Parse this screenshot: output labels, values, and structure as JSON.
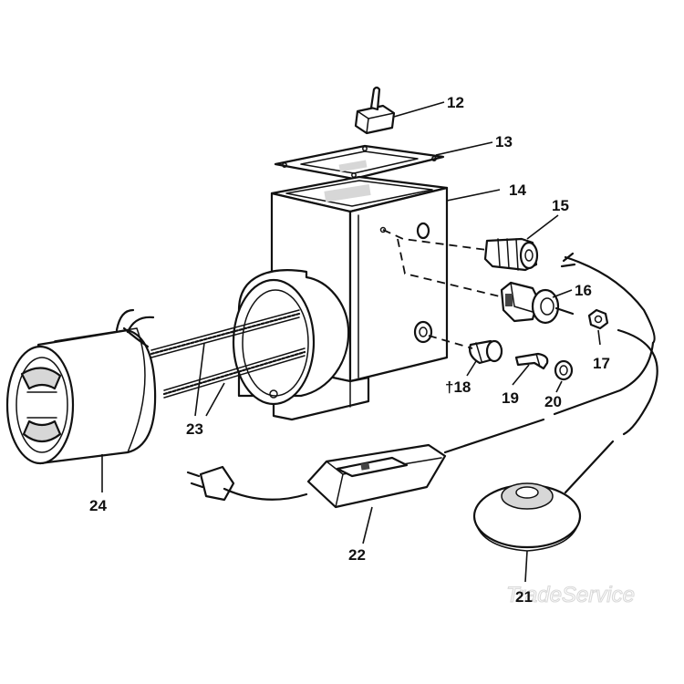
{
  "callouts": {
    "c12": "12",
    "c13": "13",
    "c14": "14",
    "c15": "15",
    "c16": "16",
    "c17": "17",
    "c18": "†18",
    "c19": "19",
    "c20": "20",
    "c21": "21",
    "c22": "22",
    "c23": "23",
    "c24": "24"
  },
  "watermark": "TradeService",
  "colors": {
    "line": "#111111",
    "background": "#ffffff",
    "shade": "#d7d7d7"
  }
}
